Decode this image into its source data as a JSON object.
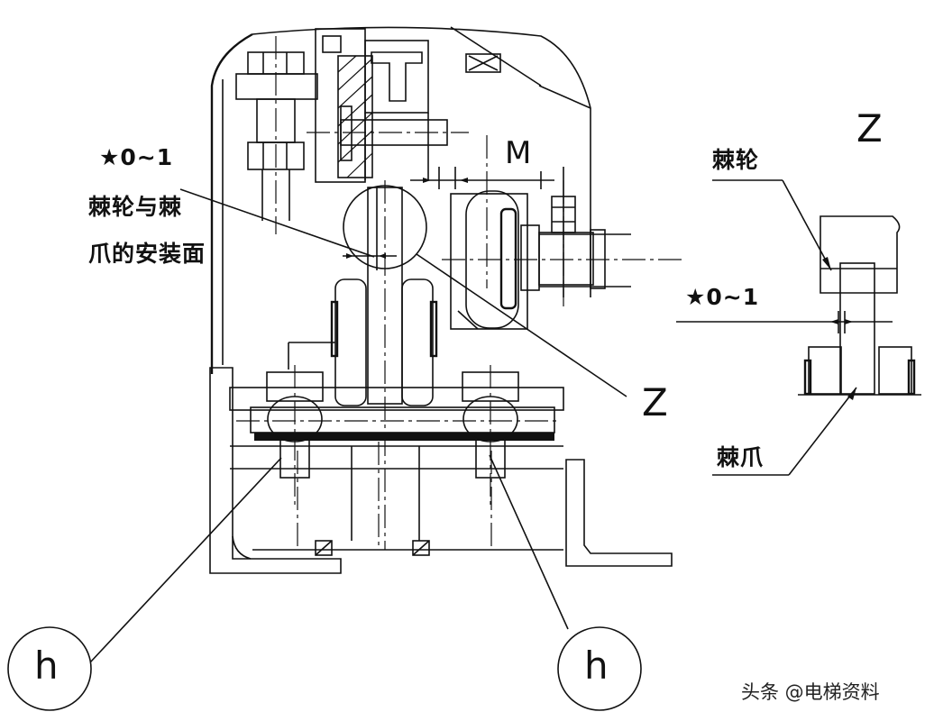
{
  "labels": {
    "tolerance_main": "★0~1",
    "install_face_line1": "棘轮与棘",
    "install_face_line2": "爪的安装面",
    "dim_m": "M",
    "section_z_main": "Z",
    "section_z_detail": "Z",
    "ratchet_wheel": "棘轮",
    "tolerance_detail": "★0~1",
    "pawl": "棘爪",
    "h_left": "h",
    "h_right": "h"
  },
  "watermark": "头条 @电梯资料",
  "colors": {
    "line": "#111111",
    "background": "#ffffff"
  }
}
